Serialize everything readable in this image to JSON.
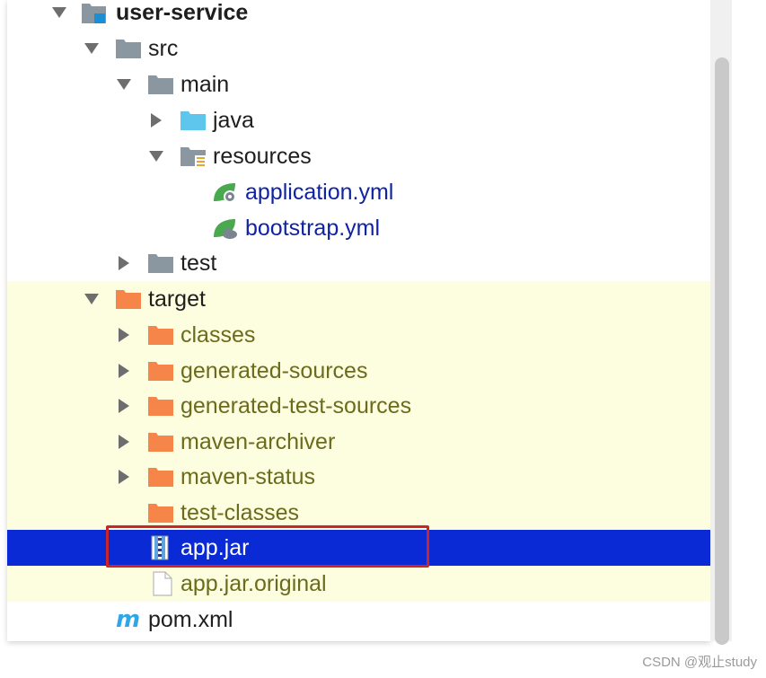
{
  "tree": {
    "root": "user-service",
    "src": "src",
    "main": "main",
    "java": "java",
    "resources": "resources",
    "application_yml": "application.yml",
    "bootstrap_yml": "bootstrap.yml",
    "test": "test",
    "target": "target",
    "classes": "classes",
    "generated_sources": "generated-sources",
    "generated_test_sources": "generated-test-sources",
    "maven_archiver": "maven-archiver",
    "maven_status": "maven-status",
    "test_classes": "test-classes",
    "app_jar": "app.jar",
    "app_jar_original": "app.jar.original",
    "pom_xml": "pom.xml"
  },
  "watermark": "CSDN @观止study",
  "colors": {
    "selection": "#0a2ad6",
    "excluded_background": "#fdfde0",
    "highlight_border": "#c9252b",
    "folder_gray": "#8a96a0",
    "folder_orange": "#f6854a",
    "folder_blue": "#5ec5ec"
  }
}
